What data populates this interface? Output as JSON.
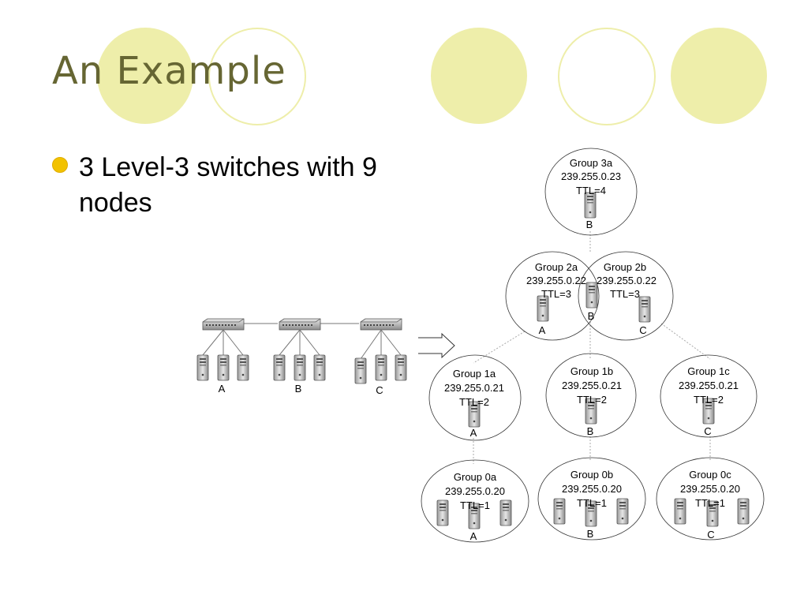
{
  "slide": {
    "title": "An Example",
    "bullet": "3 Level-3 switches with 9 nodes"
  },
  "colors": {
    "title": "#666633",
    "decor": "#eeeeaa",
    "bullet": "#f2c200"
  },
  "left_network": {
    "labels": [
      "A",
      "B",
      "C"
    ]
  },
  "groups": [
    {
      "key": "g3a",
      "name": "Group 3a",
      "address": "239.255.0.23",
      "ttl": "TTL=4",
      "node": "B"
    },
    {
      "key": "g2a",
      "name": "Group 2a",
      "address": "239.255.0.22",
      "ttl": "TTL=3",
      "node": "A"
    },
    {
      "key": "g2b",
      "name": "Group 2b",
      "address": "239.255.0.22",
      "ttl": "TTL=3",
      "node": "C"
    },
    {
      "key": "g1a",
      "name": "Group 1a",
      "address": "239.255.0.21",
      "ttl": "TTL=2",
      "node": "A"
    },
    {
      "key": "g1b",
      "name": "Group 1b",
      "address": "239.255.0.21",
      "ttl": "TTL=2",
      "node": "B"
    },
    {
      "key": "g1c",
      "name": "Group 1c",
      "address": "239.255.0.21",
      "ttl": "TTL=2",
      "node": "C"
    },
    {
      "key": "g0a",
      "name": "Group 0a",
      "address": "239.255.0.20",
      "ttl": "TTL=1",
      "node": "A"
    },
    {
      "key": "g0b",
      "name": "Group 0b",
      "address": "239.255.0.20",
      "ttl": "TTL=1",
      "node": "B"
    },
    {
      "key": "g0c",
      "name": "Group 0c",
      "address": "239.255.0.20",
      "ttl": "TTL=1",
      "node": "C"
    }
  ],
  "shared_node_label": "B"
}
